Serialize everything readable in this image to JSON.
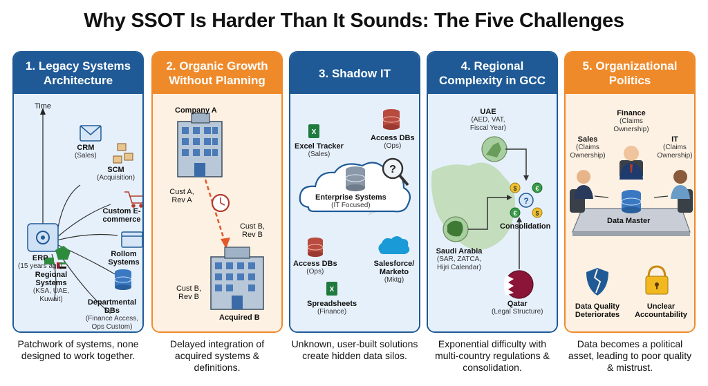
{
  "title": "Why SSOT Is Harder Than It Sounds: The Five Challenges",
  "panels": [
    {
      "header": "1. Legacy Systems Architecture",
      "time_label": "Time",
      "erp": {
        "name": "ERP",
        "note": "(15 years ago)"
      },
      "crm": {
        "name": "CRM",
        "note": "(Sales)"
      },
      "scm": {
        "name": "SCM",
        "note": "(Acquisition)"
      },
      "ecom": {
        "name": "Custom E-commerce"
      },
      "rollom": {
        "name": "Rollom Systems"
      },
      "regional": {
        "name": "Regional Systems",
        "note": "(KSA, UAE, Kuwait)"
      },
      "dept": {
        "name": "Departmental DBs",
        "note": "(Finance Access, Ops Custom)"
      },
      "caption": "Patchwork of systems, none designed to work together."
    },
    {
      "header": "2. Organic Growth Without Planning",
      "company_a": "Company A",
      "cust_a": "Cust A, Rev A",
      "cust_b_top": "Cust B, Rev B",
      "cust_b_left": "Cust B, Rev B",
      "acquired": "Acquired B",
      "caption": "Delayed integration of acquired systems & definitions."
    },
    {
      "header": "3. Shadow IT",
      "excel": {
        "name": "Excel Tracker",
        "note": "(Sales)"
      },
      "access_top": {
        "name": "Access DBs",
        "note": "(Ops)"
      },
      "enterprise": {
        "name": "Enterprise Systems",
        "note": "(IT Focused)"
      },
      "access_bottom": {
        "name": "Access DBs",
        "note": "(Ops)"
      },
      "salesforce": {
        "name": "Salesforce/ Marketo",
        "note": "(Mktg)"
      },
      "spreadsheets": {
        "name": "Spreadsheets",
        "note": "(Finance)"
      },
      "caption": "Unknown, user-built solutions create hidden data silos."
    },
    {
      "header": "4. Regional Complexity in GCC",
      "uae": {
        "name": "UAE",
        "note": "(AED, VAT, Fiscal Year)"
      },
      "consolidation": "Consolidation",
      "saudi": {
        "name": "Saudi Arabia",
        "note": "(SAR, ZATCA, Hijri Calendar)"
      },
      "qatar": {
        "name": "Qatar",
        "note": "(Legal Structure)"
      },
      "caption": "Exponential difficulty with multi-country regulations & consolidation."
    },
    {
      "header": "5. Organizational Politics",
      "finance": {
        "name": "Finance",
        "note": "(Claims Ownership)"
      },
      "sales": {
        "name": "Sales",
        "note": "(Claims Ownership)"
      },
      "it": {
        "name": "IT",
        "note": "(Claims Ownership)"
      },
      "data_master": "Data Master",
      "quality": "Data Quality Deteriorates",
      "accountability": "Unclear Accountability",
      "caption": "Data becomes a political asset, leading to poor quality & mistrust."
    }
  ],
  "colors": {
    "blue": "#1f5a96",
    "orange": "#ef8a2a",
    "blue_bg": "#e6f0fb",
    "orange_bg": "#fdf1e3"
  }
}
